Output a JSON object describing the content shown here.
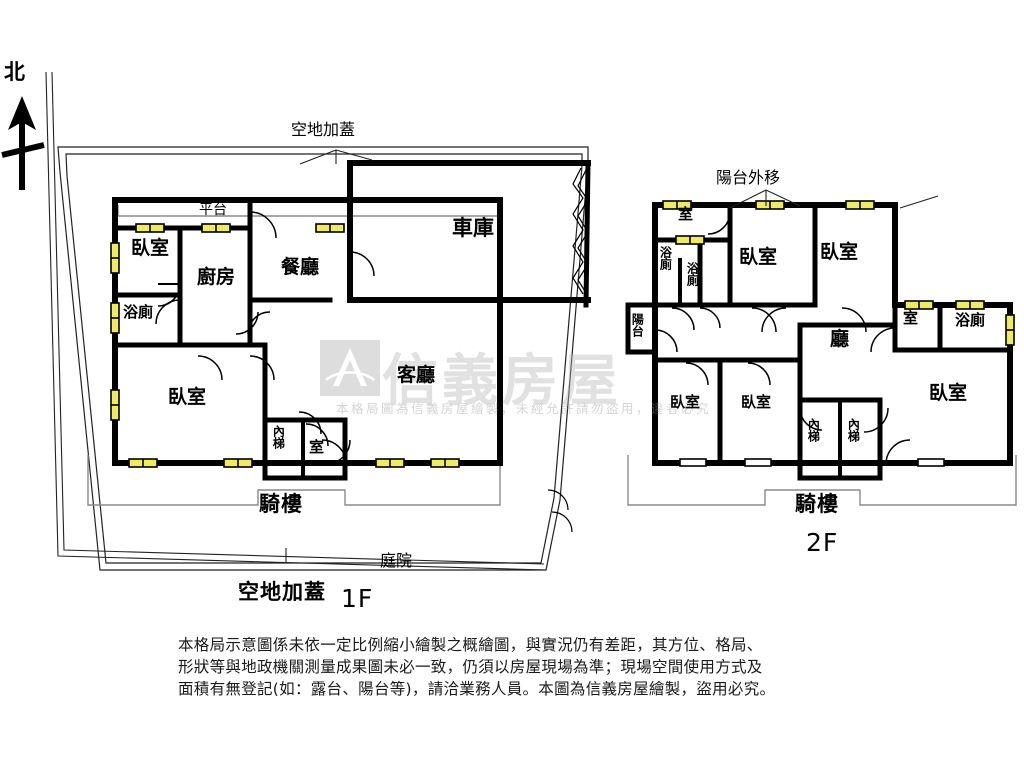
{
  "document": {
    "type": "floor-plan",
    "title_1f": "1F",
    "title_2f": "2F",
    "north_label": "北"
  },
  "watermark": {
    "brand": "信義房屋",
    "notice": "本格局圖為信義房屋繪製，未經允許請勿盜用，違者必究"
  },
  "floor1": {
    "label": "1F",
    "annotations": {
      "cover_top": "空地加蓋",
      "cover_bottom": "空地加蓋",
      "courtyard": "庭院",
      "arcade": "騎樓",
      "platform": "平台"
    },
    "rooms": [
      {
        "name": "臥室",
        "key": "bedroom-nw"
      },
      {
        "name": "廚房",
        "key": "kitchen"
      },
      {
        "name": "餐廳",
        "key": "dining"
      },
      {
        "name": "車庫",
        "key": "garage"
      },
      {
        "name": "浴廁",
        "key": "bath-w"
      },
      {
        "name": "臥室",
        "key": "bedroom-sw"
      },
      {
        "name": "客廳",
        "key": "living"
      },
      {
        "name": "內梯",
        "key": "stair"
      },
      {
        "name": "室",
        "key": "room-s"
      }
    ]
  },
  "floor2": {
    "label": "2F",
    "annotations": {
      "balcony_move": "陽台外移",
      "arcade": "騎樓"
    },
    "rooms": [
      {
        "name": "室",
        "key": "room-nw"
      },
      {
        "name": "浴廁",
        "key": "bath-nw"
      },
      {
        "name": "浴廁",
        "key": "bath-nw2"
      },
      {
        "name": "臥室",
        "key": "bedroom-n1"
      },
      {
        "name": "臥室",
        "key": "bedroom-n2"
      },
      {
        "name": "陽台",
        "key": "balcony-w"
      },
      {
        "name": "廳",
        "key": "hall"
      },
      {
        "name": "室",
        "key": "room-e"
      },
      {
        "name": "浴廁",
        "key": "bath-e"
      },
      {
        "name": "臥室",
        "key": "bedroom-e"
      },
      {
        "name": "臥室",
        "key": "bedroom-s1"
      },
      {
        "name": "臥室",
        "key": "bedroom-s2"
      },
      {
        "name": "內梯",
        "key": "stair-1"
      },
      {
        "name": "內梯",
        "key": "stair-2"
      }
    ]
  },
  "disclaimer": {
    "line1": "本格局示意圖係未依一定比例縮小繪製之概繪圖，與實況仍有差距，其方位、格局、",
    "line2": "形狀等與地政機關測量成果圖未必一致，仍須以房屋現場為準；現場空間使用方式及",
    "line3": "面積有無登記(如：露台、陽台等)，請洽業務人員。本圖為信義房屋繪製，盜用必究。"
  },
  "colors": {
    "wall": "#000000",
    "window_fill": "#efe96a",
    "thin_line": "#333333",
    "watermark": "#b8b8b8",
    "background": "#ffffff"
  }
}
